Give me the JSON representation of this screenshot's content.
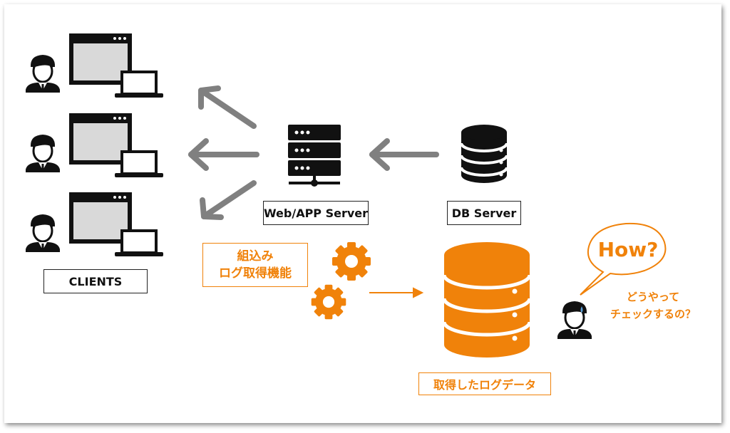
{
  "clients_label": "CLIENTS",
  "web_server_label": "Web/APP Server",
  "db_server_label": "DB Server",
  "builtin_logging_label": [
    "組込み",
    "ログ取得機能"
  ],
  "acquired_log_label": "取得したログデータ",
  "speech_bubble_text": "How?",
  "question_text": [
    "どうやって",
    "チェックするの？"
  ],
  "colors": {
    "accent": "#f0820a",
    "arrow_gray": "#808080",
    "icon_black": "#111111",
    "screen_gray": "#d9d9d9"
  }
}
